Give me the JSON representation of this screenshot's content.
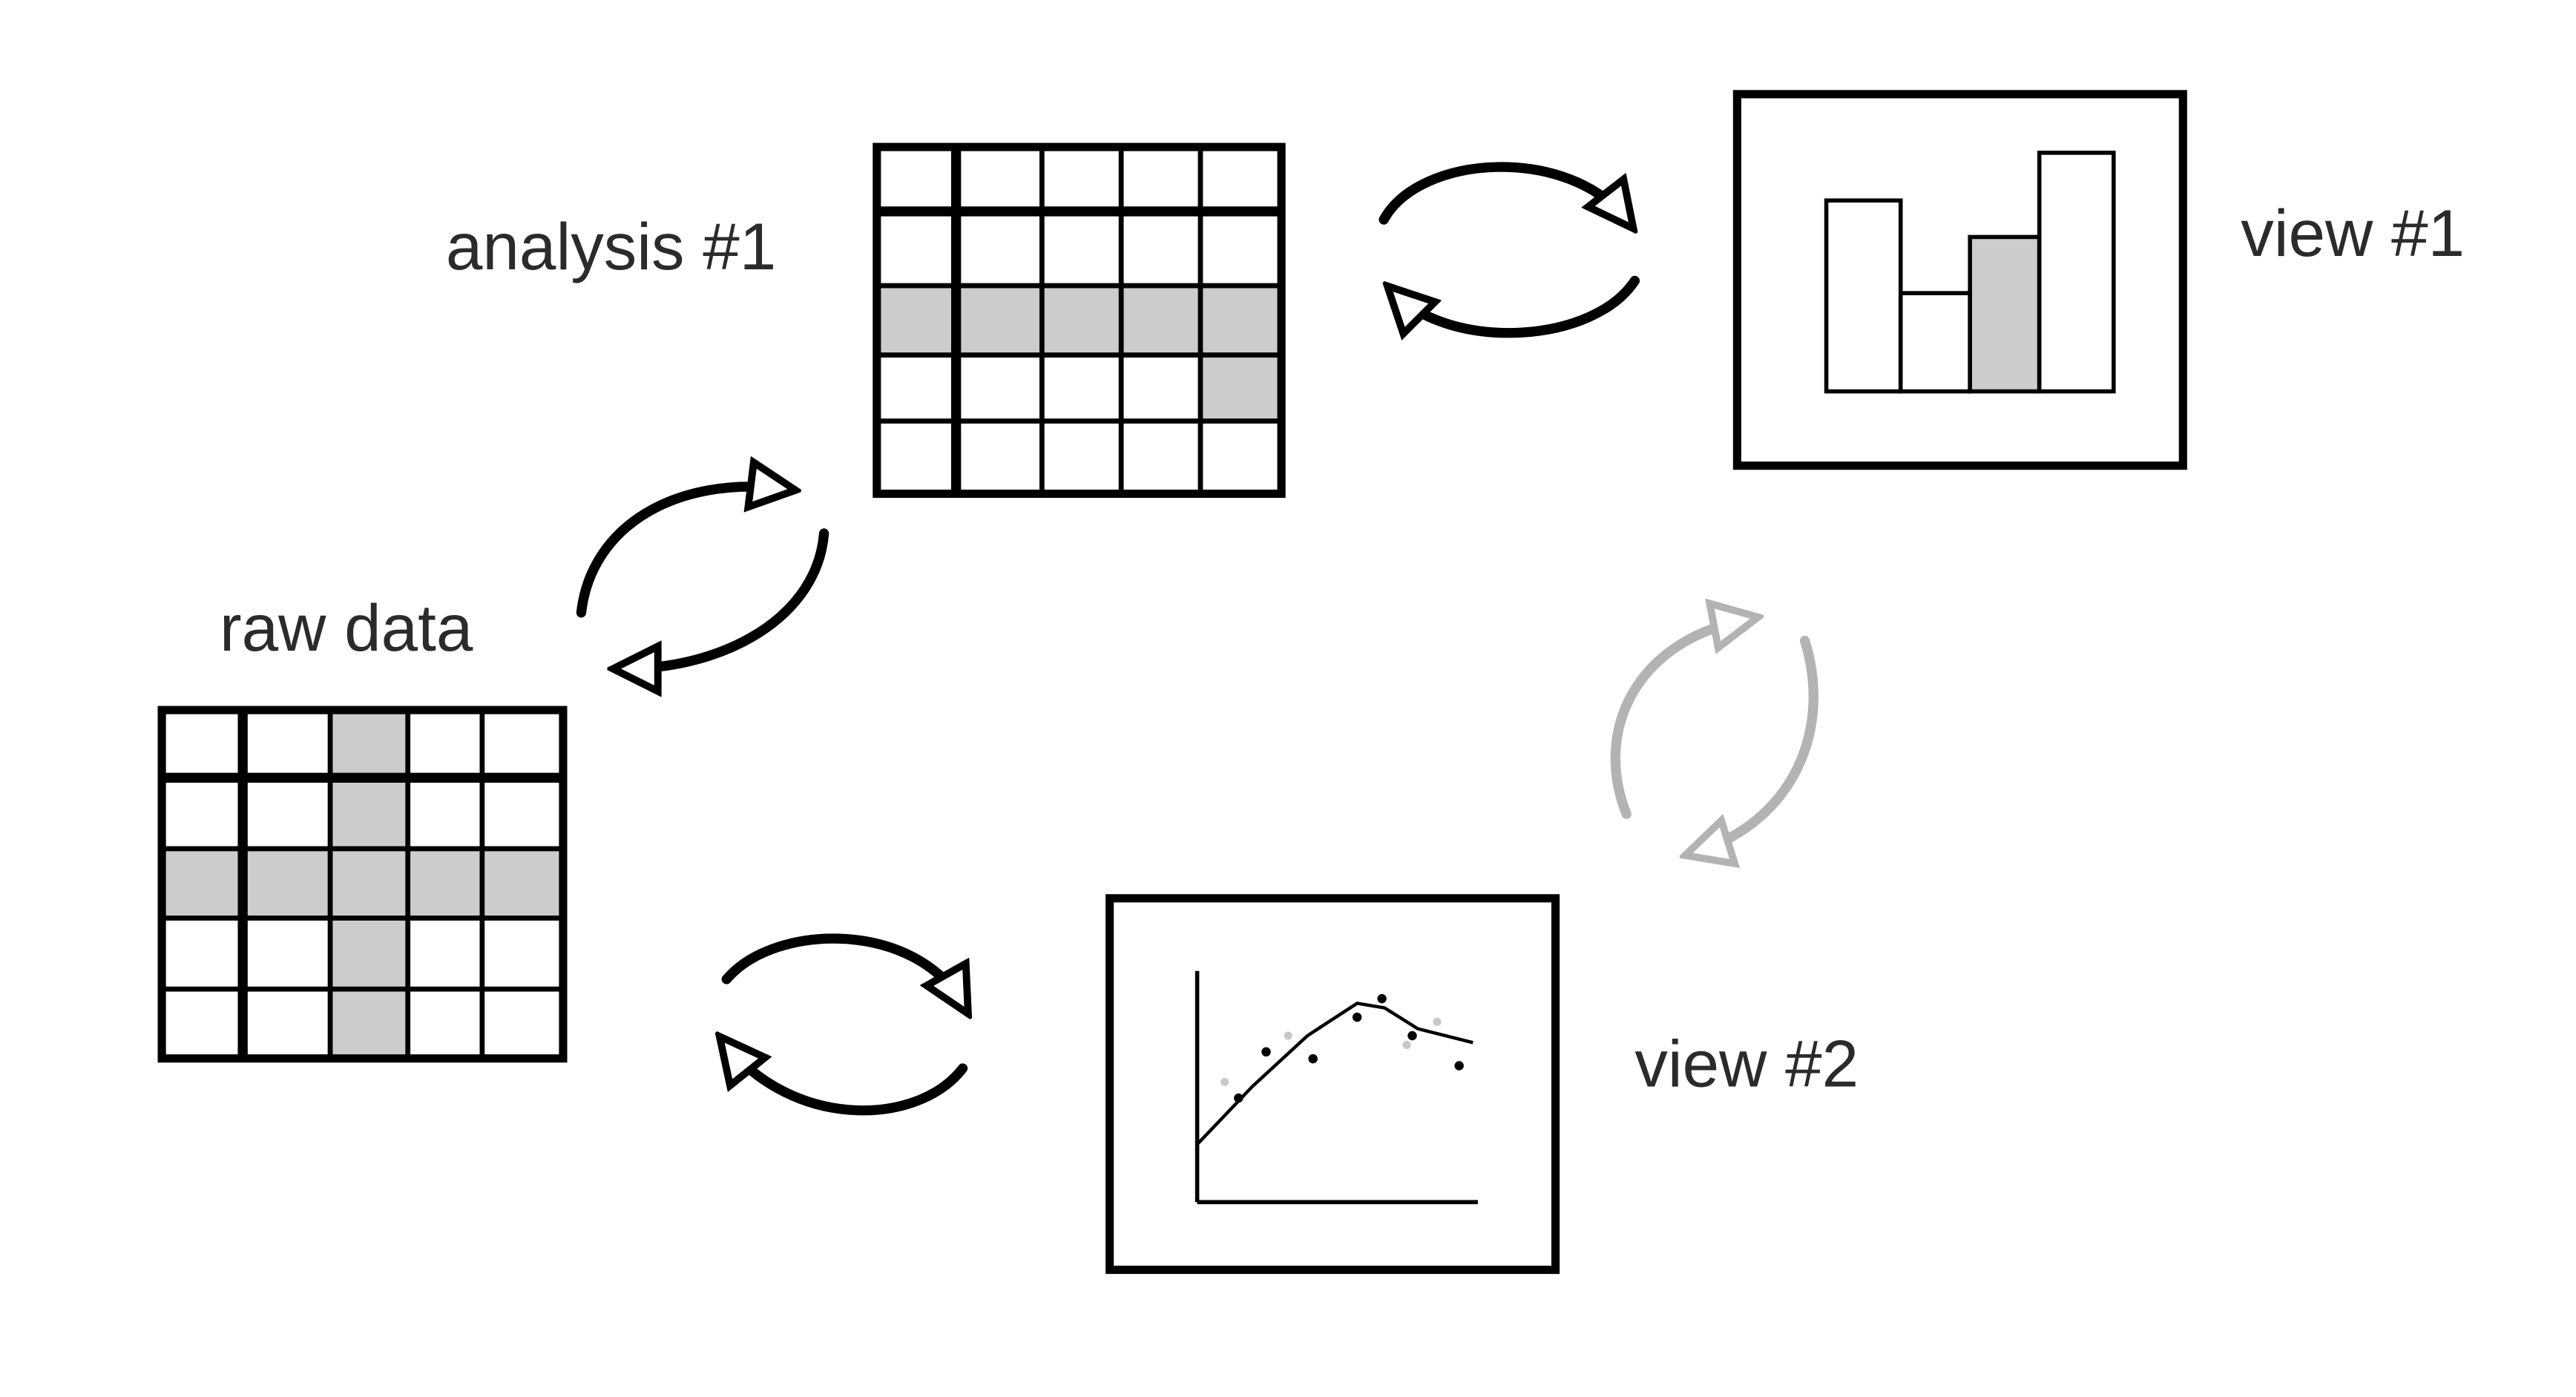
{
  "labels": {
    "analysis": "analysis #1",
    "raw": "raw data",
    "view1": "view #1",
    "view2": "view #2"
  },
  "colors": {
    "stroke": "#000000",
    "highlight": "#cccccc",
    "faded_arrow": "#b3b3b3",
    "label_text": "#2b2b2b"
  },
  "analysis_table": {
    "rows": 5,
    "cols": 5,
    "shaded_cells": [
      [
        2,
        0
      ],
      [
        2,
        1
      ],
      [
        2,
        2
      ],
      [
        2,
        3
      ],
      [
        2,
        4
      ],
      [
        3,
        4
      ]
    ]
  },
  "raw_table": {
    "rows": 5,
    "cols": 5,
    "shaded_cells": [
      [
        0,
        2
      ],
      [
        1,
        2
      ],
      [
        2,
        0
      ],
      [
        2,
        1
      ],
      [
        2,
        2
      ],
      [
        2,
        3
      ],
      [
        2,
        4
      ],
      [
        3,
        2
      ],
      [
        4,
        2
      ]
    ]
  },
  "view1_bars": {
    "values": [
      0.68,
      0.35,
      0.55,
      0.85
    ],
    "highlighted": [
      false,
      false,
      true,
      false
    ]
  },
  "view2_plot": {
    "points_dark": [
      [
        0.15,
        0.45
      ],
      [
        0.25,
        0.65
      ],
      [
        0.42,
        0.62
      ],
      [
        0.58,
        0.8
      ],
      [
        0.67,
        0.88
      ],
      [
        0.78,
        0.72
      ],
      [
        0.95,
        0.59
      ]
    ],
    "points_light": [
      [
        0.1,
        0.52
      ],
      [
        0.33,
        0.72
      ],
      [
        0.76,
        0.68
      ],
      [
        0.87,
        0.78
      ]
    ],
    "curve": [
      [
        0.0,
        0.25
      ],
      [
        0.2,
        0.5
      ],
      [
        0.4,
        0.72
      ],
      [
        0.58,
        0.86
      ],
      [
        0.68,
        0.84
      ],
      [
        0.8,
        0.75
      ],
      [
        1.0,
        0.69
      ]
    ]
  },
  "arrows": [
    {
      "id": "analysis-view1",
      "color": "stroke"
    },
    {
      "id": "raw-analysis",
      "color": "stroke"
    },
    {
      "id": "raw-view2",
      "color": "stroke"
    },
    {
      "id": "view2-view1",
      "color": "faded_arrow"
    }
  ]
}
